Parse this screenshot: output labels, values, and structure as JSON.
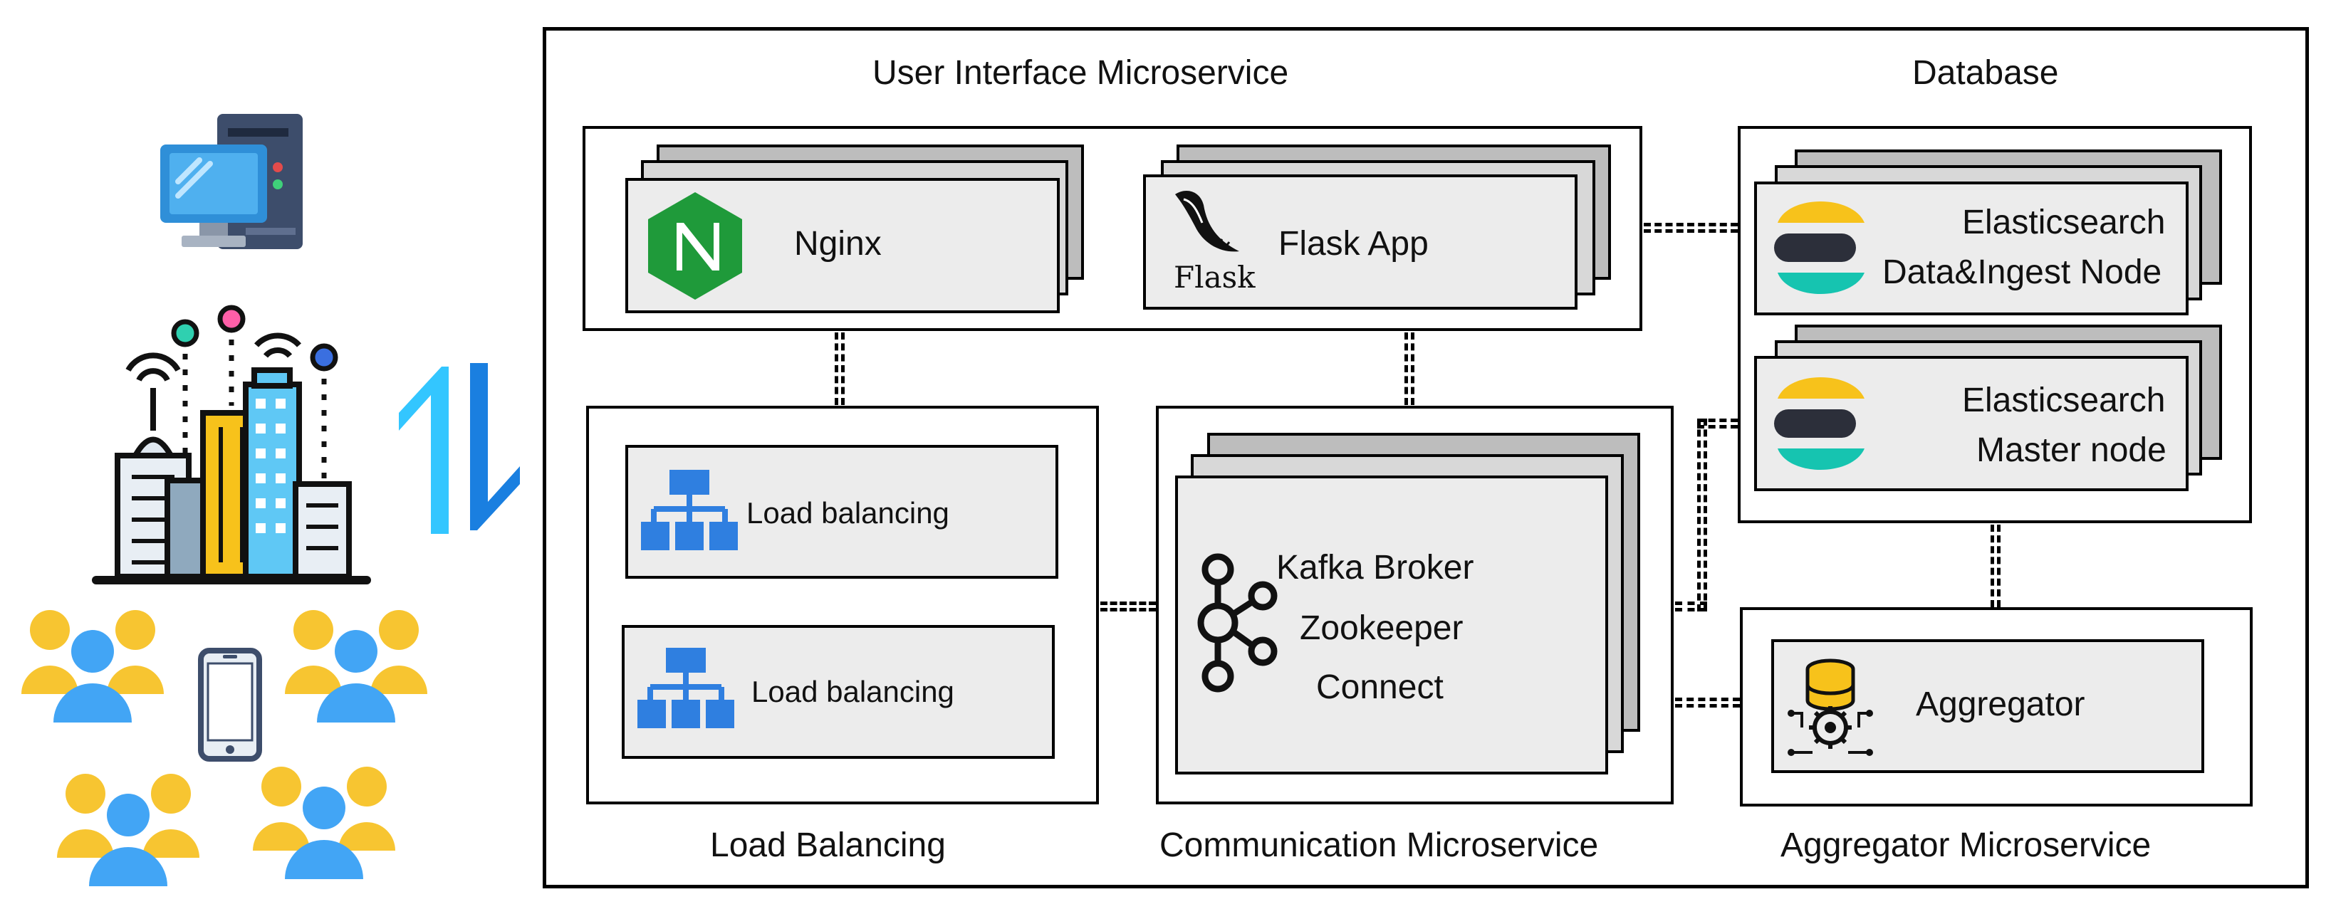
{
  "sections": {
    "ui_microservice": "User Interface Microservice",
    "database": "Database",
    "load_balancing": "Load Balancing",
    "communication_microservice": "Communication Microservice",
    "aggregator_microservice": "Aggregator Microservice"
  },
  "nodes": {
    "nginx": "Nginx",
    "flask_app": "Flask App",
    "flask_logo_text": "Flask",
    "es_data_line1": "Elasticsearch",
    "es_data_line2": "Data&Ingest Node",
    "es_master_line1": "Elasticsearch",
    "es_master_line2": "Master node",
    "lb1": "Load balancing",
    "lb2": "Load balancing",
    "kafka_line1": "Kafka Broker",
    "kafka_line2": "Zookeeper",
    "kafka_line3": "Connect",
    "aggregator": "Aggregator"
  },
  "icons": {
    "left": [
      "desktop-computer-icon",
      "smart-city-icon",
      "user-group-icon",
      "smartphone-icon",
      "bidirectional-arrows-icon"
    ],
    "nodes": [
      "nginx-logo-icon",
      "flask-logo-icon",
      "elasticsearch-logo-icon",
      "network-hierarchy-icon",
      "kafka-logo-icon",
      "database-gear-icon"
    ]
  },
  "colors": {
    "nginx_green": "#1f9a3a",
    "lb_blue": "#2f7fe0",
    "arrow_light": "#33c6ff",
    "arrow_dark": "#1a7fe0",
    "es_yellow": "#f7c21b",
    "es_dark": "#2c2f3a",
    "es_teal": "#16c4b0",
    "people_yellow": "#f7c531",
    "people_blue": "#42a5f5"
  }
}
